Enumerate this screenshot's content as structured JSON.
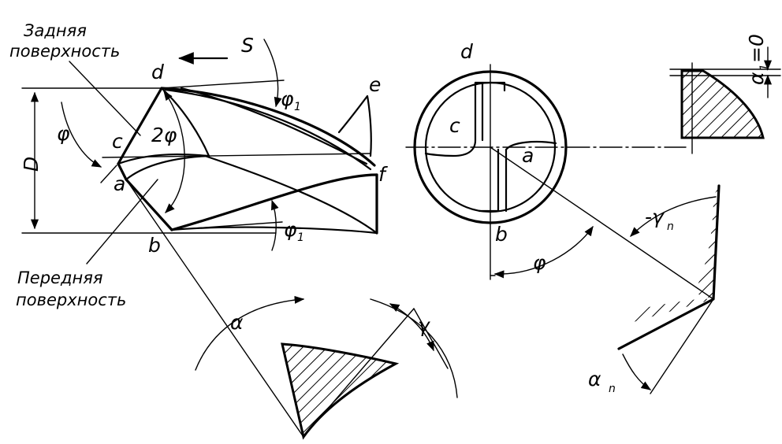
{
  "labels": {
    "rear_surface_line1": "Задняя",
    "rear_surface_line2": "поверхность",
    "front_surface_line1": "Передняя",
    "front_surface_line2": "поверхность",
    "feed": "S",
    "point_d": "d",
    "point_c": "c",
    "point_a": "a",
    "point_b": "b",
    "point_e": "e",
    "point_f": "f",
    "diameter": "D",
    "angle_phi": "φ",
    "angle_2phi": "2φ",
    "angle_phi1": "φ",
    "phi1_sub": "1",
    "angle_alpha": "α",
    "angle_gamma": "γ",
    "end_d": "d",
    "end_c": "c",
    "end_a": "a",
    "end_b": "b",
    "end_phi": "φ",
    "angle_gamma_n": "-γ",
    "gamma_n_sub": "n",
    "angle_alpha_n": "α",
    "alpha_n_sub": "n",
    "alpha1": "α",
    "alpha1_sub": "1",
    "alpha1_value": "=0"
  },
  "colors": {
    "ink": "#000000",
    "paper": "#ffffff"
  }
}
